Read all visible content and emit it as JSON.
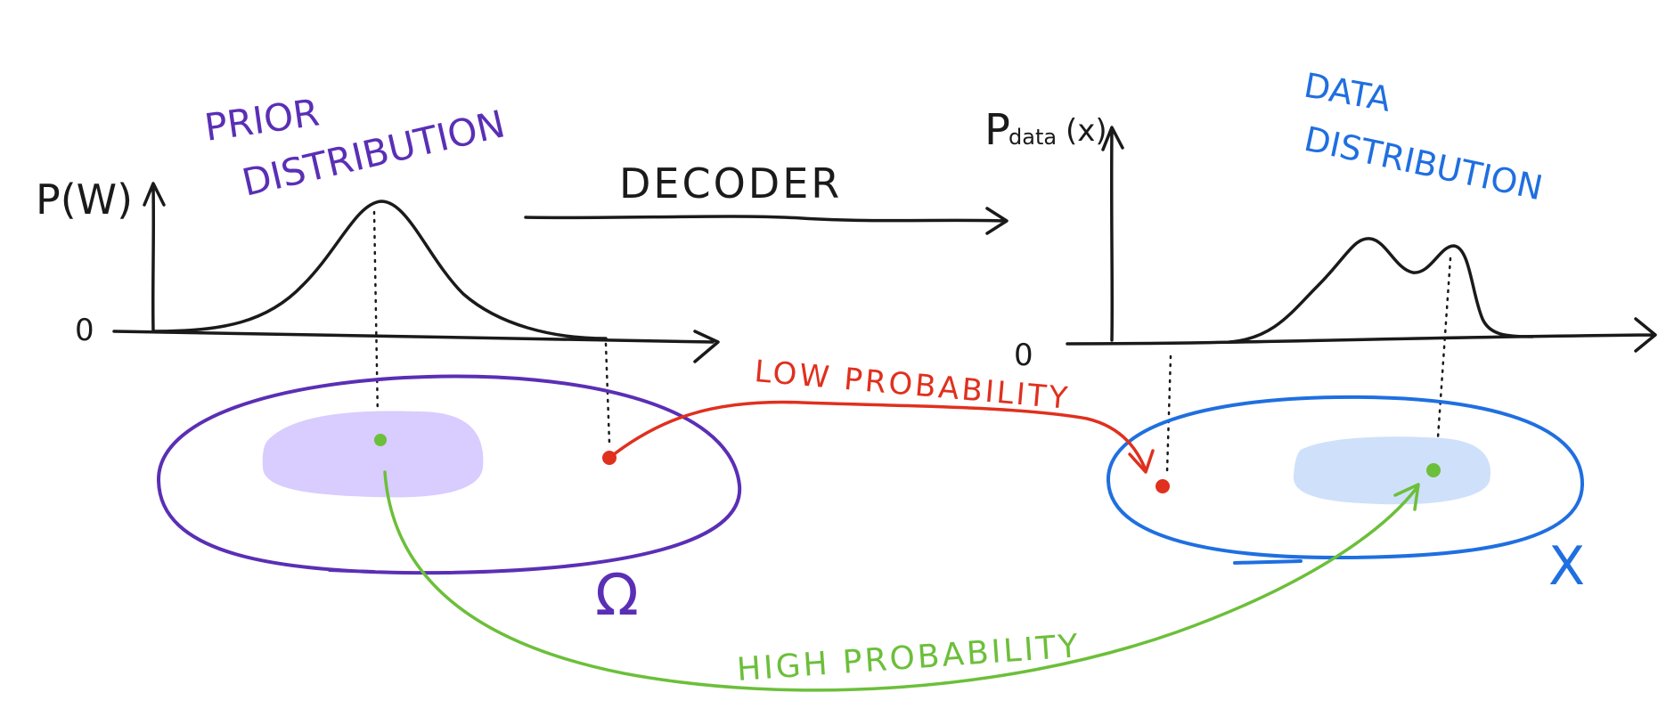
{
  "left_panel": {
    "title_line1": "PRIOR",
    "title_line2": "DISTRIBUTION",
    "y_label": "P(W)",
    "zero_label": "0",
    "space_symbol": "Ω"
  },
  "center": {
    "decoder_label": "DECODER",
    "low_probability_label": "LOW PROBABILITY",
    "high_probability_label": "HIGH PROBABILITY"
  },
  "right_panel": {
    "title_line1": "DATA",
    "title_line2": "DISTRIBUTION",
    "y_label_main": "P",
    "y_label_sub": "data",
    "y_label_arg": "(x)",
    "zero_label": "0",
    "space_symbol": "X"
  },
  "colors": {
    "ink": "#1a1a1a",
    "prior": "#5a2fb5",
    "prior_fill": "#d9ccff",
    "data": "#1f6fe0",
    "data_fill": "#cfe0fb",
    "low_prob": "#e0301e",
    "high_prob": "#6cbf3a"
  }
}
